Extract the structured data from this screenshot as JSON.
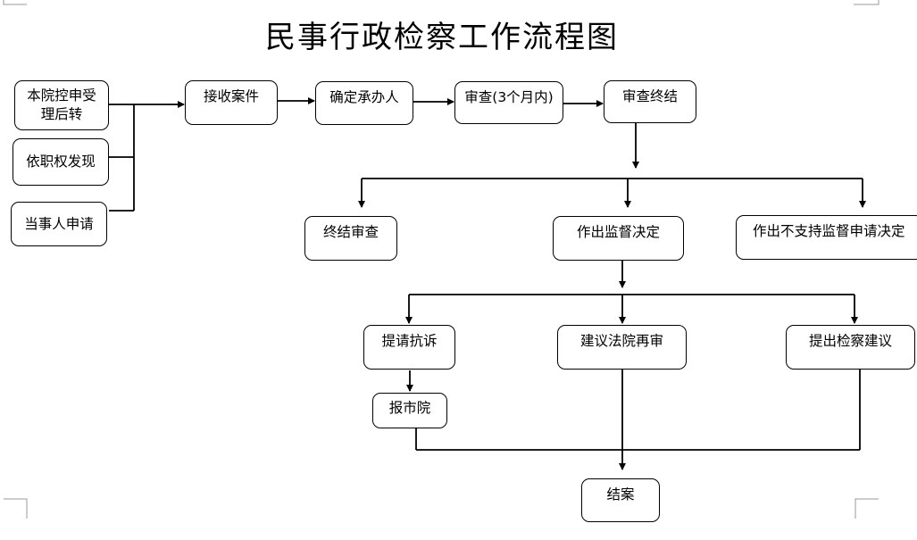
{
  "title": "民事行政检察工作流程图",
  "nodes": {
    "source_court": "本院控申受理后转",
    "source_ex_officio": "依职权发现",
    "source_party": "当事人申请",
    "receive_case": "接收案件",
    "assign_handler": "确定承办人",
    "review": "审查(3个月内)",
    "review_end": "审查终结",
    "terminate_review": "终结审查",
    "supervision_decision": "作出监督决定",
    "no_support_decision": "作出不支持监督申请决定",
    "protest_request": "提请抗诉",
    "retrial_suggestion": "建议法院再审",
    "procuratorial_suggestion": "提出检察建议",
    "report_city": "报市院",
    "close_case": "结案"
  }
}
